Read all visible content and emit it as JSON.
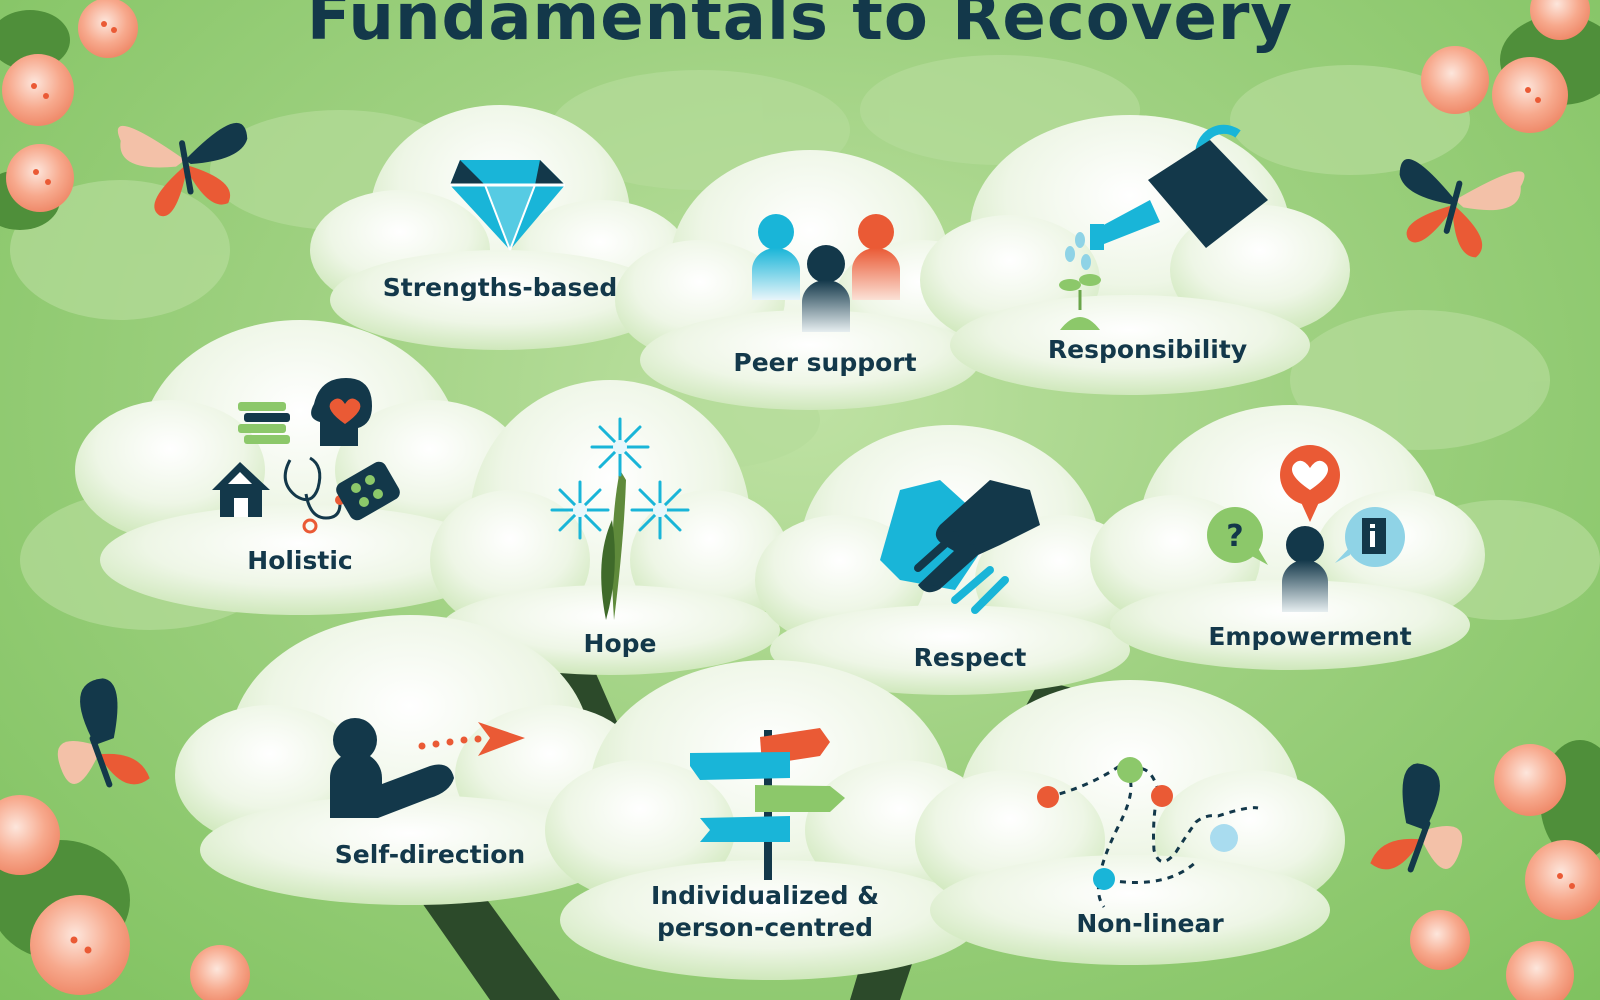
{
  "title": "Fundamentals to Recovery",
  "colors": {
    "navy": "#13384a",
    "cyan": "#19b5d8",
    "orange": "#ea5a35",
    "leaf_green": "#8cc86a",
    "peach": "#f7a98d"
  },
  "principles": [
    {
      "label": "Strengths-based",
      "icon": "diamond-icon"
    },
    {
      "label": "Peer support",
      "icon": "three-people-icon"
    },
    {
      "label": "Responsibility",
      "icon": "watering-can-icon"
    },
    {
      "label": "Holistic",
      "icon": "holistic-cluster-icon"
    },
    {
      "label": "Hope",
      "icon": "blue-flowers-icon"
    },
    {
      "label": "Respect",
      "icon": "handshake-icon"
    },
    {
      "label": "Empowerment",
      "icon": "person-speech-bubbles-icon"
    },
    {
      "label": "Self-direction",
      "icon": "person-pointing-arrow-icon"
    },
    {
      "label": "Individualized &",
      "label2": "person-centred",
      "icon": "signpost-icon"
    },
    {
      "label": "Non-linear",
      "icon": "winding-path-icon"
    }
  ]
}
